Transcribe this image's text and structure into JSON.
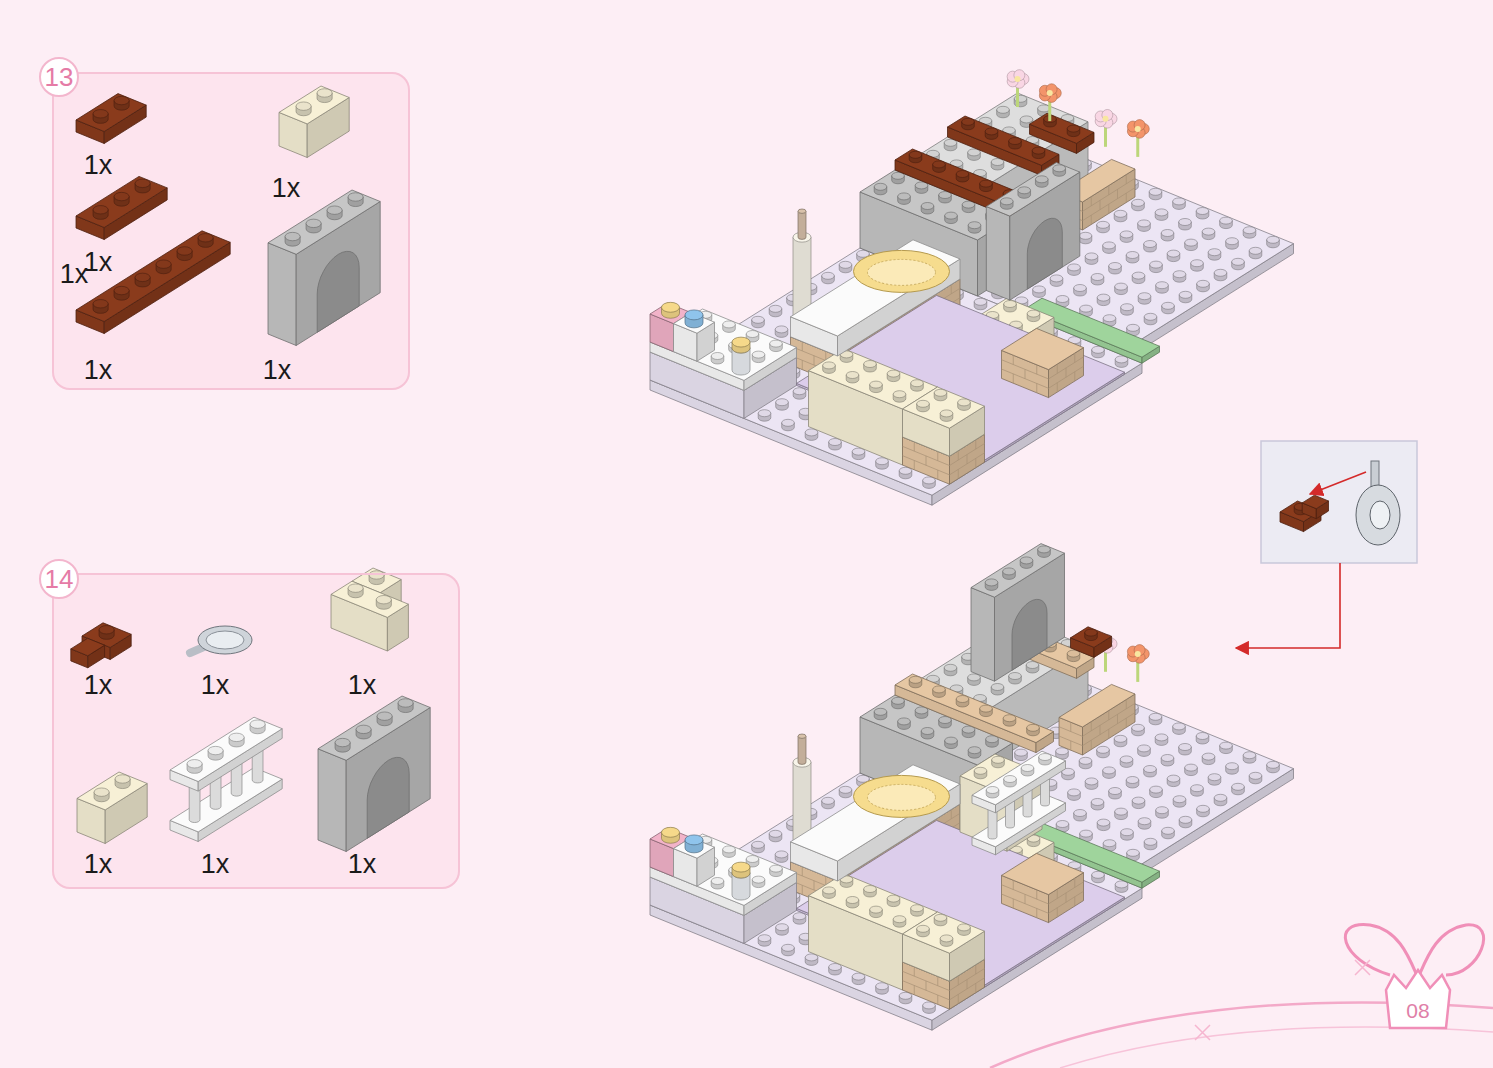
{
  "diagram": {
    "nodes": [
      {
        "text": [
          "13",
          "1x",
          "1x",
          "1x",
          "1x",
          "1x",
          "1x"
        ]
      },
      {
        "text": [
          "14",
          "1x",
          "1x",
          "1x",
          "1x",
          "1x",
          "1x"
        ]
      }
    ],
    "labels": [
      "08"
    ]
  }
}
